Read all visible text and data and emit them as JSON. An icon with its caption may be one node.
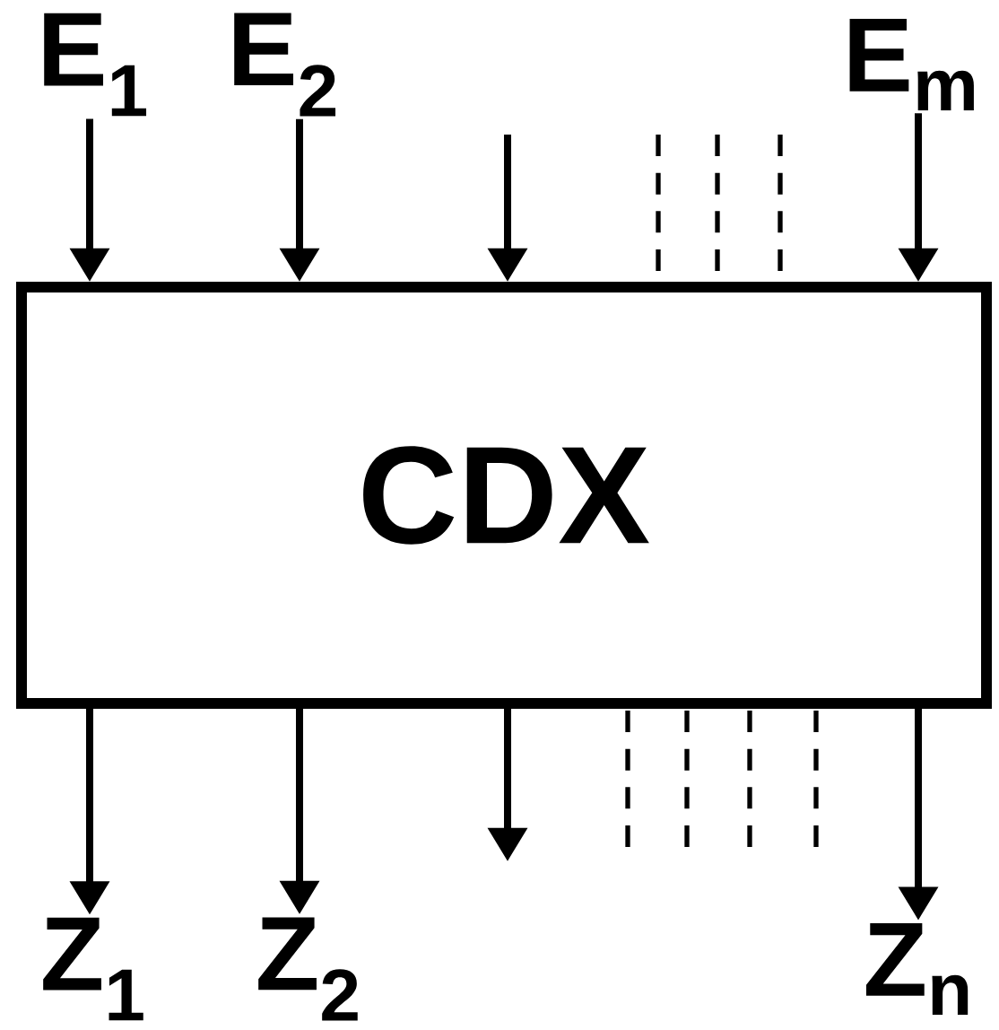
{
  "diagram": {
    "nodes": [
      {
        "text": [
          "CDX"
        ]
      },
      {
        "text": [
          "E$_{1}$"
        ]
      },
      {
        "text": [
          "E$_{2}$"
        ]
      },
      {
        "text": [
          "E$_{m}$"
        ]
      },
      {
        "text": [
          "Z$_{1}$"
        ]
      },
      {
        "text": [
          "Z$_{2}$"
        ]
      },
      {
        "text": [
          "Z$_{n}$"
        ]
      }
    ],
    "edges": [
      {
        "from": 1,
        "to": 0,
        "arrow": "to"
      },
      {
        "from": 2,
        "to": 0,
        "arrow": "to"
      },
      {
        "from": null,
        "to": 0,
        "arrow": "to"
      },
      {
        "from": 3,
        "to": 0,
        "arrow": "to"
      },
      {
        "from": 0,
        "to": 4,
        "arrow": "to"
      },
      {
        "from": 0,
        "to": 5,
        "arrow": "to"
      },
      {
        "from": 0,
        "to": null,
        "arrow": "to"
      },
      {
        "from": 0,
        "to": 6,
        "arrow": "to"
      }
    ]
  }
}
